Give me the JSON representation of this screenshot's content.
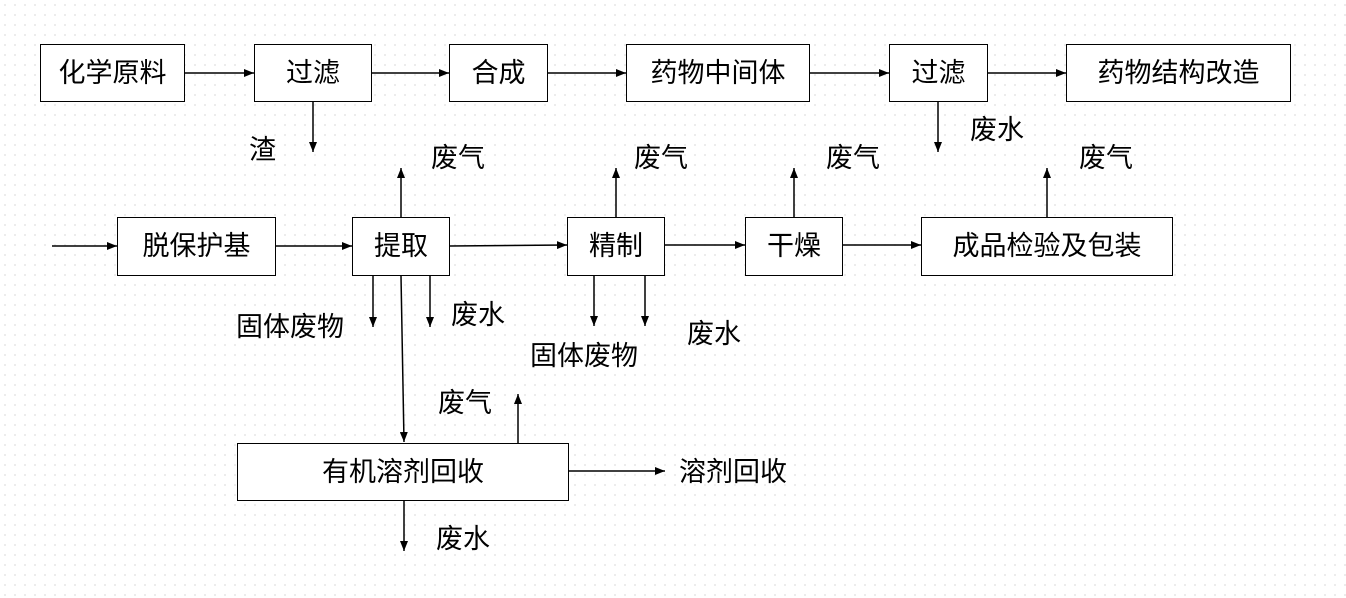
{
  "nodes": {
    "chem": "化学原料",
    "filter1": "过滤",
    "synth": "合成",
    "inter": "药物中间体",
    "filter2": "过滤",
    "modify": "药物结构改造",
    "deprotect": "脱保护基",
    "extract": "提取",
    "refine": "精制",
    "dry": "干燥",
    "package": "成品检验及包装",
    "recover": "有机溶剂回收"
  },
  "outputs": {
    "residue": "渣",
    "filter2_water": "废水",
    "extract_gas": "废气",
    "refine_gas": "废气",
    "dry_gas": "废气",
    "package_gas": "废气",
    "extract_solid": "固体废物",
    "extract_water": "废水",
    "refine_solid": "固体废物",
    "refine_water": "废水",
    "recover_gas": "废气",
    "recover_solvent": "溶剂回收",
    "recover_water": "废水"
  }
}
